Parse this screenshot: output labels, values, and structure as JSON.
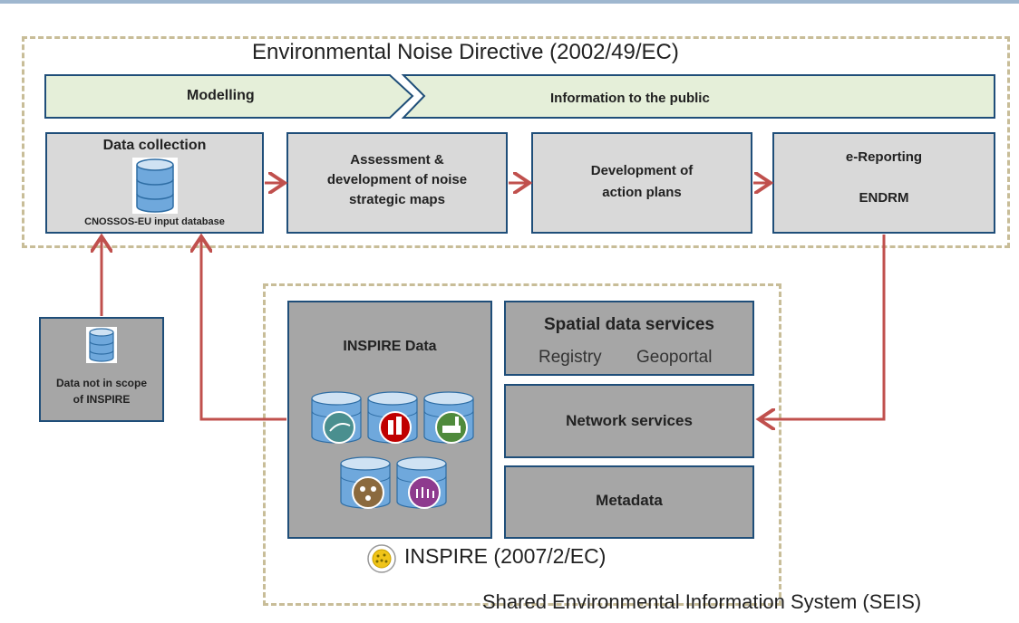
{
  "end": {
    "title": "Environmental Noise Directive (2002/49/EC)",
    "bar_left": "Modelling",
    "bar_right": "Information to the public",
    "boxes": [
      {
        "title": "Data collection",
        "caption": "CNOSSOS-EU input database"
      },
      {
        "line1": "Assessment &",
        "line2": "development of noise",
        "line3": "strategic maps"
      },
      {
        "line1": "Development  of",
        "line2": "action plans"
      },
      {
        "line1": "e-Reporting",
        "line2": "ENDRM"
      }
    ]
  },
  "side_box": {
    "line1": "Data not in scope",
    "line2": "of INSPIRE"
  },
  "inspire": {
    "title": "INSPIRE (2007/2/EC)",
    "data_title": "INSPIRE Data",
    "spatial_title": "Spatial data services",
    "registry": "Registry",
    "geoportal": "Geoportal",
    "network": "Network services",
    "metadata": "Metadata"
  },
  "seis": "Shared Environmental Information System (SEIS)",
  "colors": {
    "arrow": "#c0504d",
    "border": "#1f4e79",
    "box": "#d9d9d9",
    "dark_box": "#a6a6a6",
    "bar": "#e5efd9",
    "dash": "#c8bd98"
  },
  "icons": [
    "database-icon",
    "noise-theme-icon",
    "building-theme-icon",
    "industry-theme-icon",
    "network-theme-icon",
    "population-theme-icon",
    "inspire-logo-icon"
  ]
}
